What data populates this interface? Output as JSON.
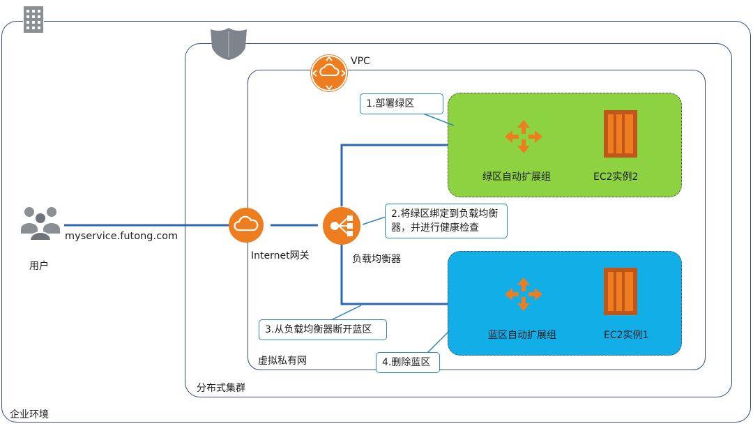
{
  "labels": {
    "enterprise": "企业环境",
    "cluster": "分布式集群",
    "vpc_title": "VPC",
    "private_net": "虚拟私有网",
    "user": "用户",
    "domain": "myservice.futong.com",
    "gateway": "Internet网关",
    "load_balancer": "负载均衡器",
    "green_asg": "绿区自动扩展组",
    "green_ec2": "EC2实例2",
    "blue_asg": "蓝区自动扩展组",
    "blue_ec2": "EC2实例1"
  },
  "steps": {
    "step1": "1.部署绿区",
    "step2": "2.将绿区绑定到负载均衡器，并进行健康检查",
    "step3": "3.从负载均衡器断开蓝区",
    "step4": "4.删除蓝区"
  },
  "colors": {
    "frame": "#2f4a87",
    "link": "#2d66b5",
    "callout": "#2e86c1",
    "orange": "#ee7d1f",
    "green_zone": "#8cd241",
    "blue_zone": "#12aee8",
    "ec2_dark": "#c1561a",
    "gray_icon": "#8a8f96"
  },
  "icons": [
    "building-icon",
    "shield-icon",
    "vpc-router-icon",
    "users-icon",
    "cloud-gateway-icon",
    "load-balancer-icon",
    "auto-scaling-icon",
    "ec2-instance-icon"
  ]
}
